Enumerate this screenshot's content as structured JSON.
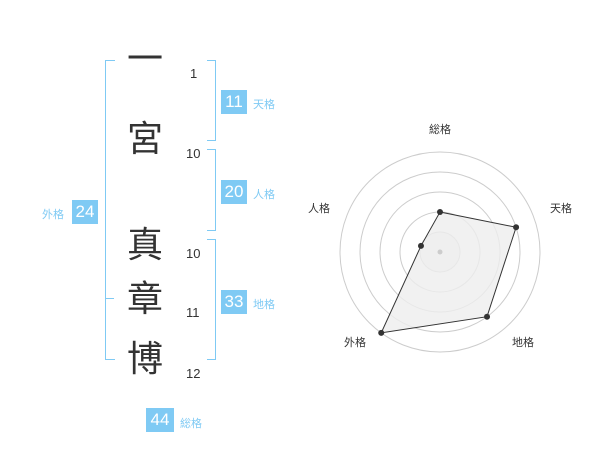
{
  "name": {
    "chars": [
      {
        "char": "一",
        "strokes": "1"
      },
      {
        "char": "宮",
        "strokes": "10"
      },
      {
        "char": "真",
        "strokes": "10"
      },
      {
        "char": "章",
        "strokes": "11"
      },
      {
        "char": "博",
        "strokes": "12"
      }
    ]
  },
  "fortune": {
    "tenkaku": {
      "value": "11",
      "label": "天格"
    },
    "jinkaku": {
      "value": "20",
      "label": "人格"
    },
    "chikaku": {
      "value": "33",
      "label": "地格"
    },
    "gaikaku": {
      "value": "24",
      "label": "外格"
    },
    "soukaku": {
      "value": "44",
      "label": "総格"
    }
  },
  "radar": {
    "axes": [
      "総格",
      "天格",
      "地格",
      "外格",
      "人格"
    ],
    "values": [
      2,
      4,
      4,
      5,
      1
    ],
    "max": 5,
    "colors": {
      "grid": "#cccccc",
      "fill": "#eeeeee",
      "line": "#333333"
    }
  },
  "colors": {
    "accent": "#7fcaf4"
  }
}
